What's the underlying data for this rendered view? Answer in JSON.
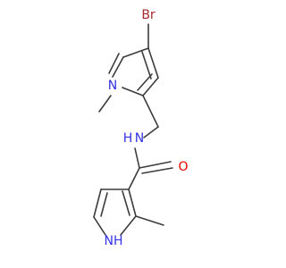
{
  "molecule": {
    "atoms": {
      "bromine": "Br",
      "pyrrole_n": "N",
      "amide_n": "N",
      "amide_h": "H",
      "carbonyl_o": "O",
      "ring_nh": "NH"
    }
  },
  "colors": {
    "bond": "#3c3c3c",
    "bromine": "#a52a2a",
    "nitrogen": "#3232e6",
    "oxygen": "#e60000"
  }
}
